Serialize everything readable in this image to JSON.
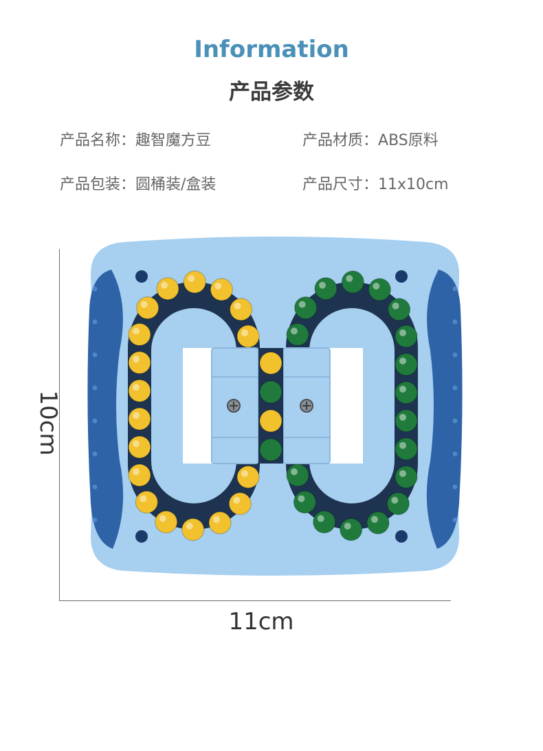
{
  "header": {
    "title_en": "Information",
    "title_cn": "产品参数"
  },
  "specs": [
    {
      "label": "产品名称：",
      "value": "趣智魔方豆"
    },
    {
      "label": "产品材质：",
      "value": "ABS原料"
    },
    {
      "label": "产品包装：",
      "value": "圆桶装/盒装"
    },
    {
      "label": "产品尺寸：",
      "value": "11x10cm"
    }
  ],
  "dimensions": {
    "width_label": "11cm",
    "height_label": "10cm"
  },
  "colors": {
    "title_en": "#4a90b8",
    "title_cn": "#3a3a3a",
    "spec_text": "#666666",
    "dimension_text": "#333333",
    "toy_body": "#a6cff0",
    "toy_frame": "#2e63a8",
    "bead_yellow": "#f2c12e",
    "bead_green": "#1f7a3c"
  }
}
